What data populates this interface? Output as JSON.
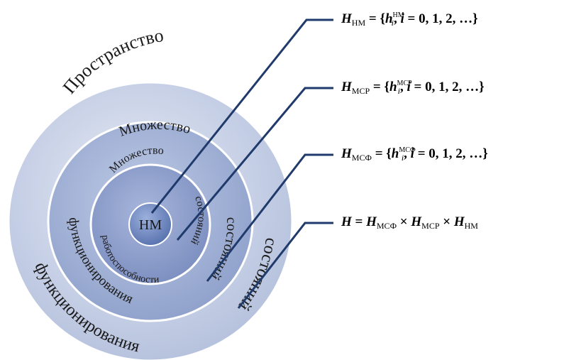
{
  "rings": {
    "outer": {
      "top": "Пространство",
      "bottom": "функционирования",
      "right": "состояний"
    },
    "middle": {
      "top": "Множество",
      "bottom": "функционирования",
      "right": "состояний"
    },
    "inner": {
      "top": "Множество",
      "bottom": "работоспособности",
      "right": "состояний"
    },
    "core": "НМ"
  },
  "formulas": {
    "f1": {
      "lhs": "H",
      "lhs_sub": "НМ",
      "eq": " = {",
      "h": "h",
      "h_sub": "i",
      "h_sup": "НМ",
      "rest": ", ",
      "i": "i",
      "tail": " = 0, 1, 2, …}"
    },
    "f2": {
      "lhs": "H",
      "lhs_sub": "МСР",
      "eq": " = {",
      "h": "h",
      "h_sub": "i",
      "h_sup": "МСР",
      "rest": ", ",
      "i": "i",
      "tail": " = 0, 1, 2, …}"
    },
    "f3": {
      "lhs": "H",
      "lhs_sub": "МСФ",
      "eq": " = {",
      "h": "h",
      "h_sub": "i",
      "h_sup": "МСФ",
      "rest": ", ",
      "i": "i",
      "tail": " = 0, 1, 2, …}"
    },
    "f4": {
      "h1": "H",
      "eq": " = ",
      "h2": "H",
      "s2": "МСФ",
      "x1": " × ",
      "h3": "H",
      "s3": "МСР",
      "x2": " × ",
      "h4": "H",
      "s4": "НМ"
    }
  },
  "colors": {
    "leader": "#1f3a6b",
    "outer": "#c9d2e6",
    "middle": "#a2b2d3",
    "inner": "#8799c4",
    "core": "#6b80b4"
  }
}
